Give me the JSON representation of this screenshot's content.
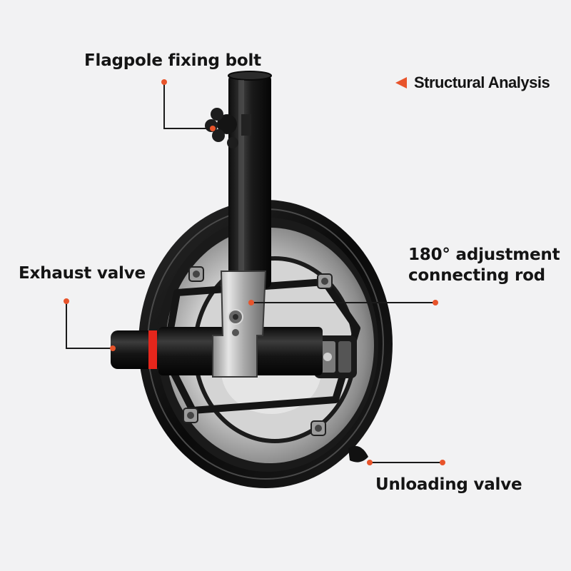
{
  "header": {
    "title": "Structural Analysis",
    "accent_color": "#e8542b"
  },
  "callouts": {
    "flagpole_bolt": "Flagpole fixing bolt",
    "exhaust_valve": "Exhaust valve",
    "connecting_rod_line1": "180° adjustment",
    "connecting_rod_line2": "connecting rod",
    "unloading_valve": "Unloading valve"
  },
  "colors": {
    "background": "#f2f2f3",
    "leader_dot": "#e8542b",
    "leader_line": "#1a1a1a",
    "cup_rim": "#0e0e0e",
    "valve_band": "#e5261c"
  },
  "icons": {
    "title_marker": "triangle-left-icon"
  }
}
